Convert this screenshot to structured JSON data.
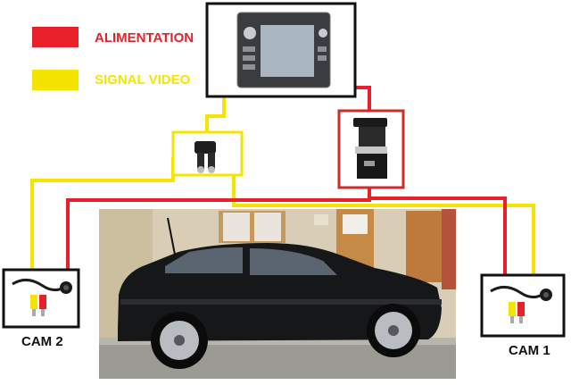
{
  "legend": {
    "items": [
      {
        "label": "ALIMENTATION",
        "color": "#e8202a"
      },
      {
        "label": "SIGNAL VIDEO",
        "color": "#f5e400"
      }
    ]
  },
  "devices": {
    "head_unit": {
      "icon": "car-stereo-icon"
    },
    "rca_splitter": {
      "icon": "rca-splitter-icon"
    },
    "switch": {
      "icon": "rotary-switch-icon"
    },
    "cam_left": {
      "label": "CAM 2",
      "icon": "camera-icon"
    },
    "cam_right": {
      "label": "CAM 1",
      "icon": "camera-icon"
    }
  },
  "photo": {
    "icon": "car-photo"
  },
  "colors": {
    "power": "#e8202a",
    "video": "#f5e400",
    "box": "#111111",
    "switch_box": "#d12a2a"
  }
}
